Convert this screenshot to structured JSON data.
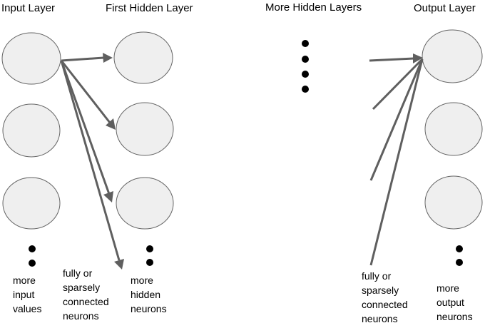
{
  "layers": {
    "input": {
      "title": "Input Layer",
      "caption": [
        "more",
        "input",
        "values"
      ]
    },
    "first_hidden": {
      "title": "First Hidden Layer",
      "caption": [
        "more",
        "hidden",
        "neurons"
      ]
    },
    "more_hidden": {
      "title": "More Hidden Layers"
    },
    "output": {
      "title": "Output Layer",
      "caption": [
        "more",
        "output",
        "neurons"
      ]
    }
  },
  "connection_labels": {
    "left": [
      "fully or",
      "sparsely",
      "connected",
      "neurons"
    ],
    "right": [
      "fully or",
      "sparsely",
      "connected",
      "neurons"
    ]
  },
  "colors": {
    "neuron_fill": "#efefef",
    "neuron_stroke": "#666666",
    "arrow": "#5f5f5f",
    "dot": "#000000"
  }
}
